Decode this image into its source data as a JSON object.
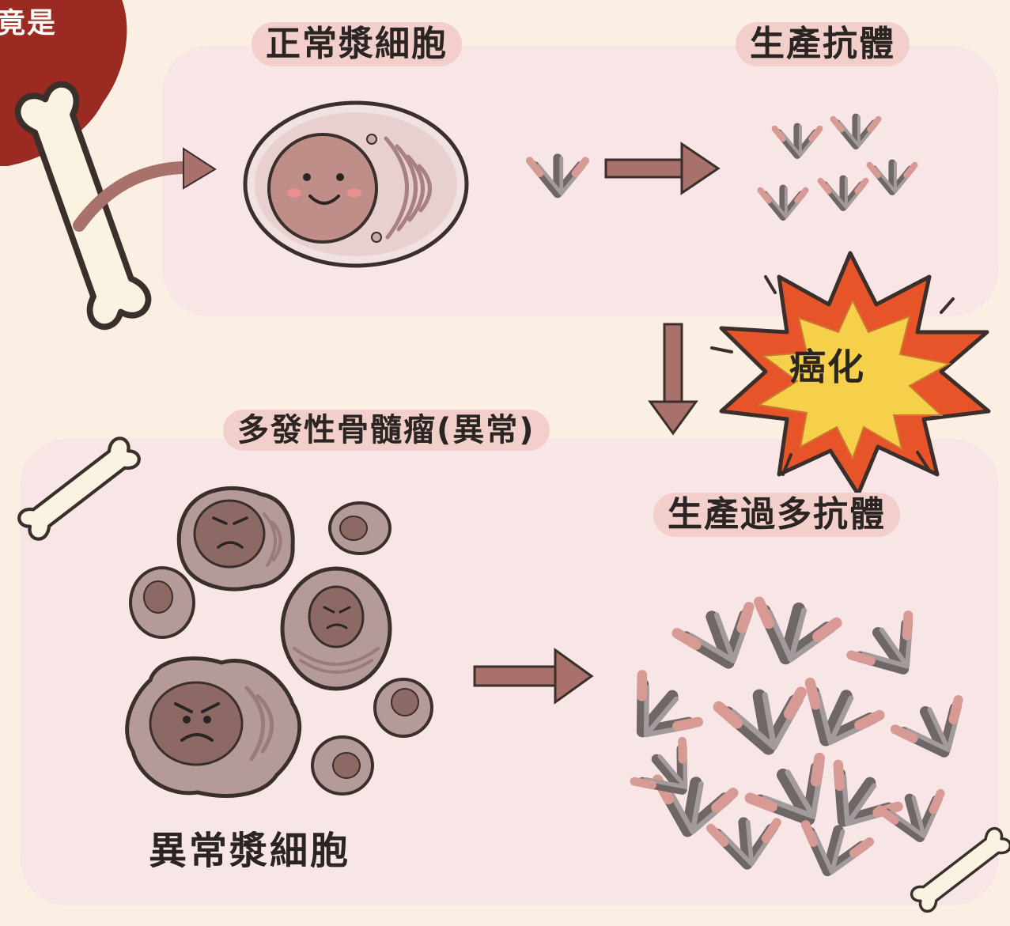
{
  "corner_text": "竟是",
  "normal": {
    "cell_label": "正常漿細胞",
    "produce_label": "生產抗體"
  },
  "transform_label": "癌化",
  "abnormal": {
    "title": "多發性骨髓瘤(異常)",
    "produce_label": "生產過多抗體",
    "cell_label": "異常漿細胞"
  },
  "colors": {
    "background": "#fbeee3",
    "panel": "#f8e6e6",
    "label_bg": "#f2cfcb",
    "corner_blob": "#9b2a22",
    "arrow": "#a8716b",
    "cell": "#bd9c9c",
    "nucleus": "#9a6f6c",
    "burst_outer": "#e8542a",
    "burst_inner": "#f6d04b"
  }
}
